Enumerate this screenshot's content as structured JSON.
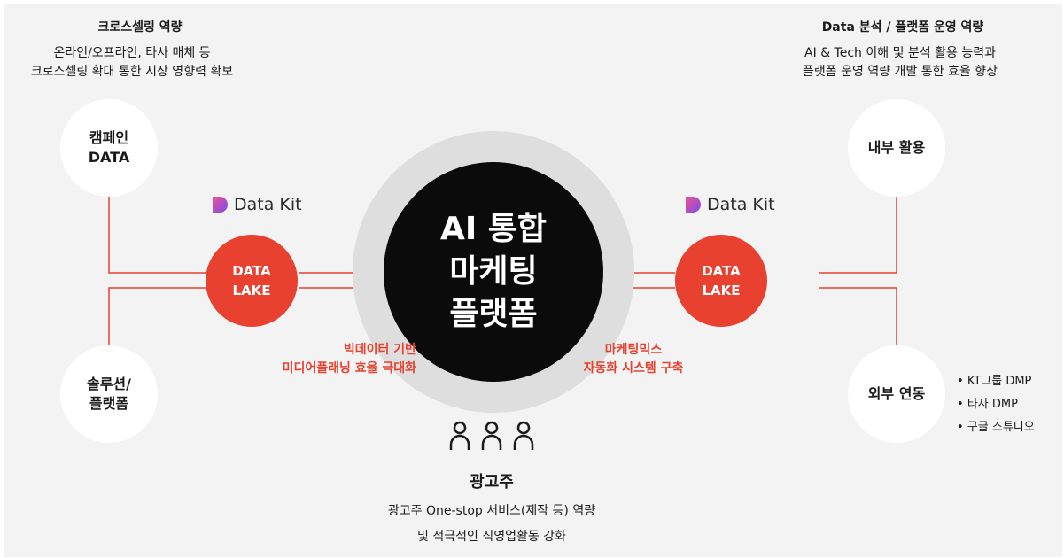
{
  "left_header": {
    "title": "크로스셀링 역량",
    "line1": "온라인/오프라인, 타사 매체 등",
    "line2": "크로스셀링 확대 통한 시장 영향력 확보"
  },
  "right_header": {
    "title": "Data 분석 / 플랫폼 운영 역량",
    "line1": "AI & Tech 이해 및 분석 활용 능력과",
    "line2": "플랫폼 운영 역량 개발 통한 효율 향상"
  },
  "nodes": {
    "campaign": {
      "line1": "캠페인",
      "line2": "DATA"
    },
    "solution": {
      "line1": "솔루션/",
      "line2": "플랫폼"
    },
    "internal": {
      "label": "내부 활용"
    },
    "external": {
      "label": "외부 연동"
    }
  },
  "brand": {
    "name": "Data Kit"
  },
  "data_lake": {
    "line1": "DATA",
    "line2": "LAKE"
  },
  "core": {
    "line1": "AI 통합",
    "line2": "마케팅",
    "line3": "플랫폼"
  },
  "left_caption": {
    "line1": "빅데이터 기반",
    "line2": "미디어플래닝 효율 극대화"
  },
  "right_caption": {
    "line1": "마케팅믹스",
    "line2": "자동화 시스템 구축"
  },
  "external_list": [
    "KT그룹 DMP",
    "타사 DMP",
    "구글 스튜디오"
  ],
  "advertiser": {
    "title": "광고주",
    "line1": "광고주 One-stop 서비스(제작 등) 역량",
    "line2": "및 적극적인 직영업활동 강화"
  },
  "colors": {
    "accent": "#e8412f",
    "core": "#0b0b0b",
    "background": "#f3f3f3"
  }
}
